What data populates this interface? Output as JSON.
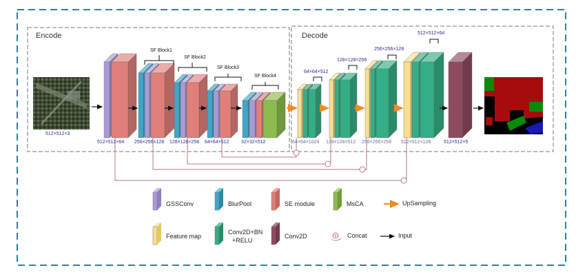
{
  "sections": {
    "encode": "Encode",
    "decode": "Decode"
  },
  "input_dim": "512×512×3",
  "encoder_dims": [
    "512×512×64",
    "256×256×128",
    "128×128×256",
    "64×64×512",
    "32×32×512"
  ],
  "sf_blocks": [
    "SF Block1",
    "SF Block2",
    "SF Block3",
    "SF Block4"
  ],
  "decoder_dims": [
    "64×64×1024",
    "128×128×512",
    "256×256×256",
    "512×512×128"
  ],
  "decoder_top_dims": [
    "64×64×512",
    "128×128×256",
    "256×256×128",
    "512×512×64"
  ],
  "output_dim": "512×512×5",
  "legend": {
    "gssconv": "GSSConv",
    "blurpool": "BlurPool",
    "se_module": "SE module",
    "msca": "MsCA",
    "upsampling": "UpSampling",
    "feature_map": "Feature map",
    "conv2d_bn_relu_1": "Conv2D+BN",
    "conv2d_bn_relu_2": "+RELU",
    "conv2d": "Conv2D",
    "concat": "Concat",
    "input": "Input"
  },
  "colors": {
    "gssconv": "#a99ad6",
    "blurpool": "#3fa7c7",
    "se_module": "#e07f7a",
    "msca": "#8cbc4e",
    "feature_map": "#f6df8e",
    "conv2d_bn_relu": "#34ae86",
    "conv2d": "#8f4a60",
    "upsampling": "#f08a24",
    "frame": "#2c7fa3"
  },
  "icons": [
    "concat-icon",
    "input-arrow-icon",
    "upsampling-arrow-icon"
  ]
}
